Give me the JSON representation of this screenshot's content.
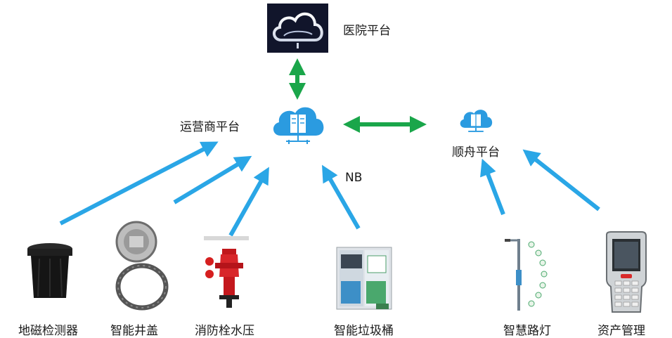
{
  "nodes": {
    "hospital": {
      "label": "医院平台"
    },
    "operator": {
      "label": "运营商平台"
    },
    "shunzhou": {
      "label": "顺舟平台"
    },
    "nb": {
      "label": "NB"
    }
  },
  "devices": [
    {
      "id": "geomagnetic-detector",
      "label": "地磁检测器"
    },
    {
      "id": "smart-manhole-cover",
      "label": "智能井盖"
    },
    {
      "id": "fire-hydrant-pressure",
      "label": "消防栓水压"
    },
    {
      "id": "smart-trash-bin",
      "label": "智能垃圾桶"
    },
    {
      "id": "smart-street-light",
      "label": "智慧路灯"
    },
    {
      "id": "asset-management",
      "label": "资产管理"
    }
  ],
  "colors": {
    "up_arrow": "#2aa6e6",
    "link_arrow": "#1aa64a",
    "cloud_blue": "#2b9be0",
    "hospital_bg": "#11152b"
  },
  "icons": {
    "hospital": "cloud-icon",
    "operator": "cloud-server-icon",
    "shunzhou": "cloud-server-icon"
  }
}
